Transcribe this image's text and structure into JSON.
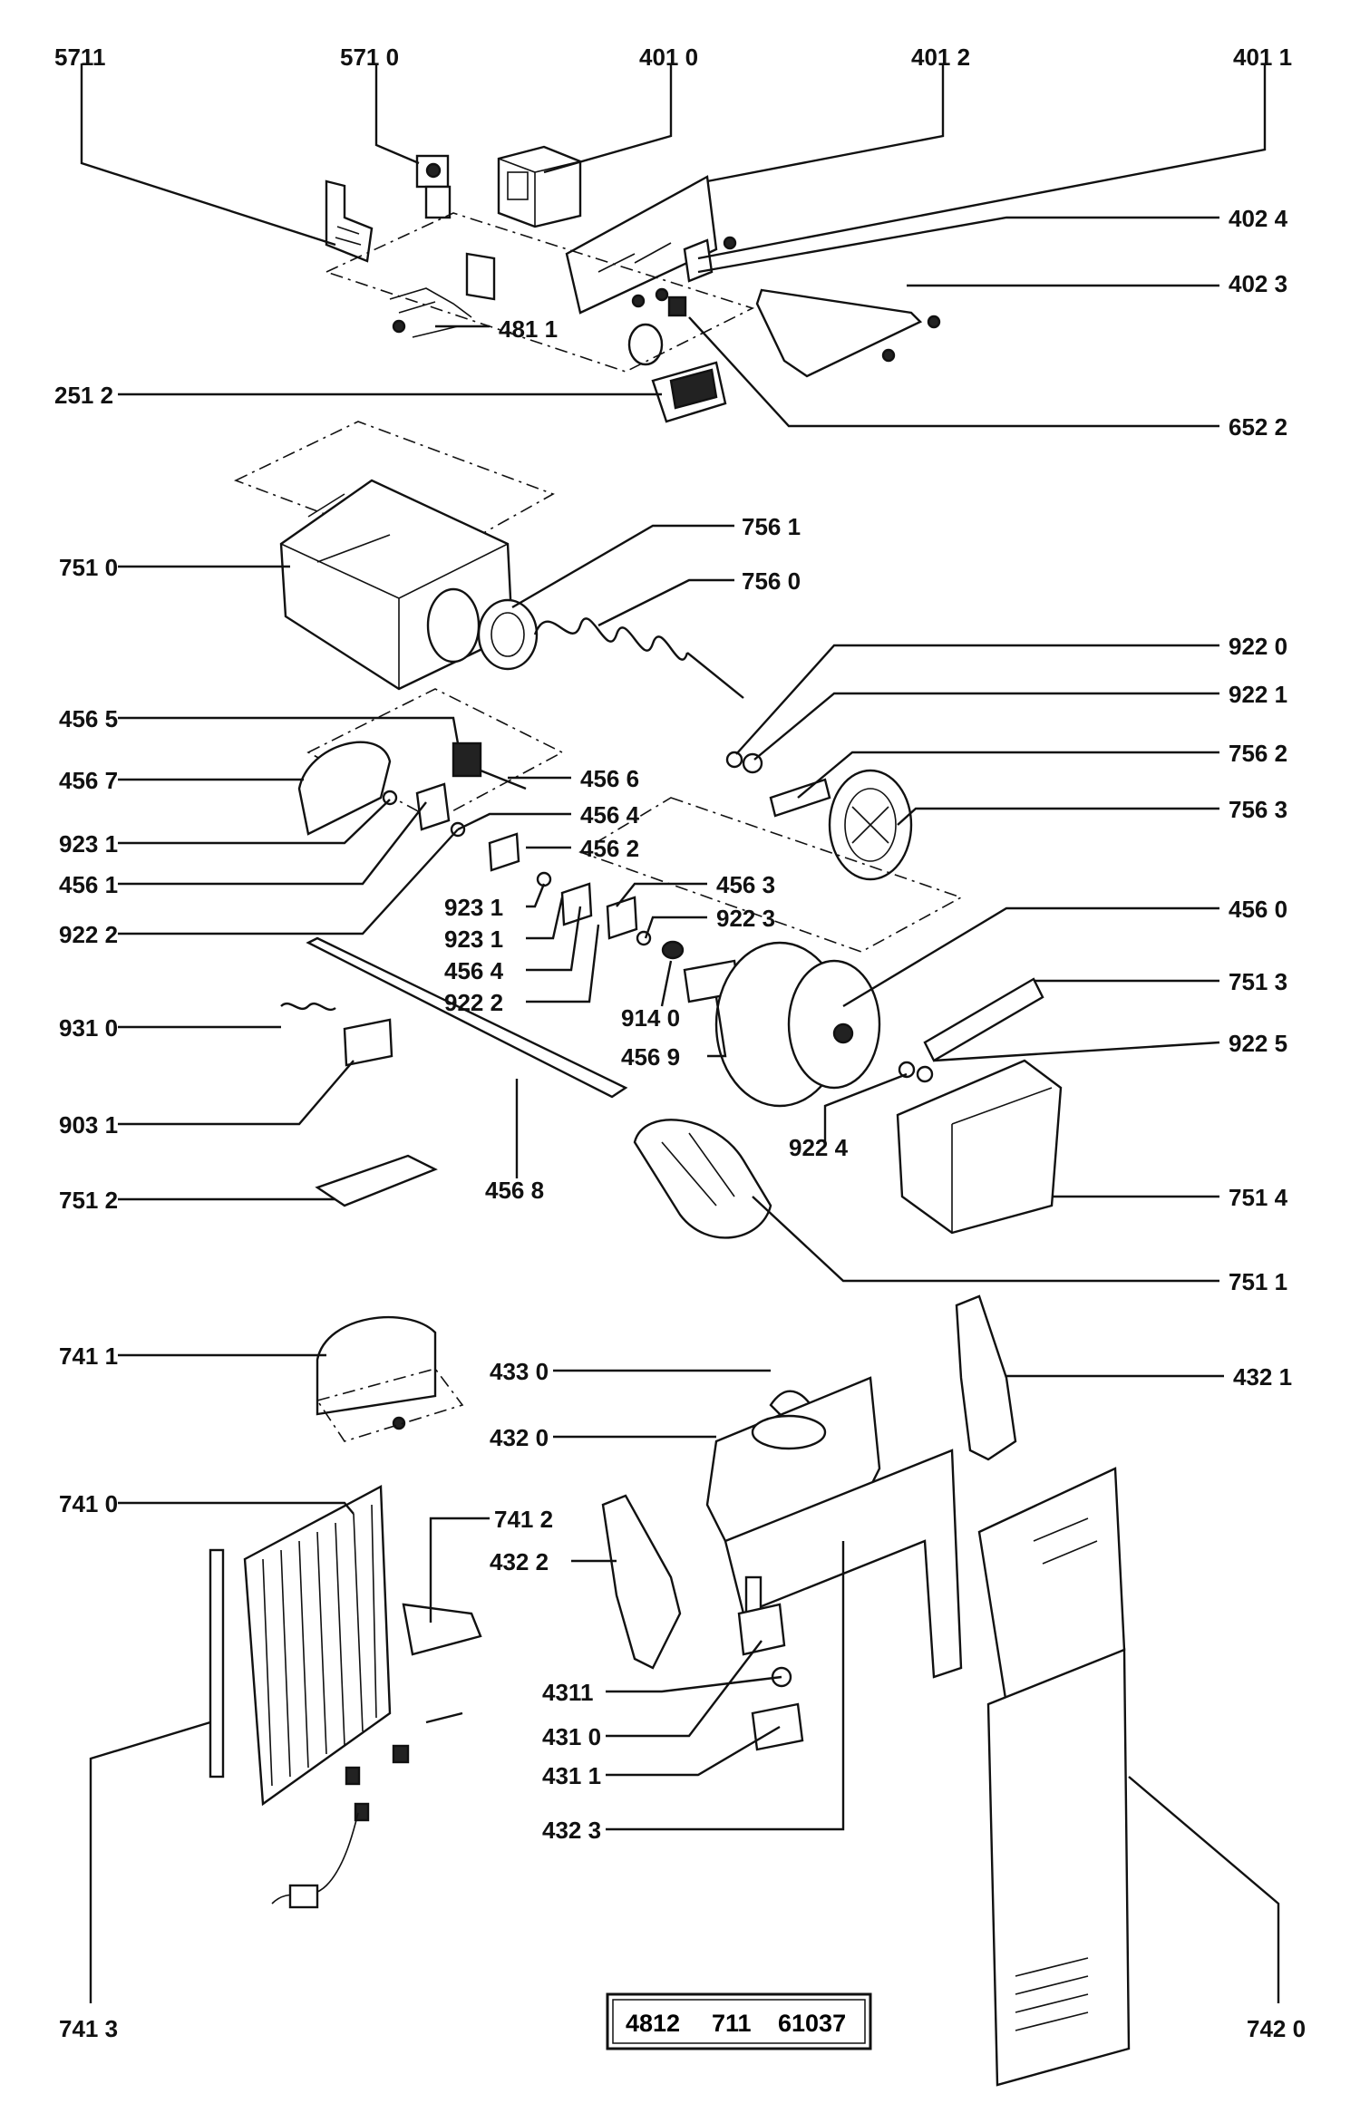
{
  "labels": {
    "l5711": "5711",
    "l5710": "571 0",
    "l4010": "401 0",
    "l4012": "401 2",
    "l4011": "401 1",
    "l4024": "402 4",
    "l4023": "402 3",
    "l4811": "481 1",
    "l2512": "251 2",
    "l6522": "652 2",
    "l7510": "751 0",
    "l7561": "756 1",
    "l7560": "756 0",
    "l9220": "922 0",
    "l9221": "922 1",
    "l4565": "456 5",
    "l4567": "456 7",
    "l4566": "456 6",
    "l7562": "756 2",
    "l4564a": "456 4",
    "l7563": "756 3",
    "l9231a": "923 1",
    "l4562": "456 2",
    "l4561": "456 1",
    "l4563": "456 3",
    "l9231b": "923 1",
    "l9223": "922 3",
    "l9222a": "922 2",
    "l9231c": "923 1",
    "l4560": "456 0",
    "l4564b": "456 4",
    "l7513": "751 3",
    "l9222b": "922 2",
    "l9140": "914 0",
    "l9310": "931 0",
    "l4569": "456 9",
    "l9225": "922 5",
    "l9031": "903 1",
    "l9224": "922 4",
    "l4568": "456 8",
    "l7512": "751 2",
    "l7514": "751 4",
    "l7511": "751 1",
    "l7411": "741 1",
    "l4330": "433 0",
    "l4321": "432 1",
    "l4320": "432 0",
    "l7410": "741 0",
    "l7412": "741 2",
    "l4322": "432 2",
    "l4311a": "4311",
    "l4310": "431 0",
    "l4311b": "431 1",
    "l4323": "432 3",
    "l7413": "741 3",
    "l7420": "742 0"
  },
  "reference": {
    "part1": "4812",
    "part2": "711",
    "part3": "61037"
  }
}
